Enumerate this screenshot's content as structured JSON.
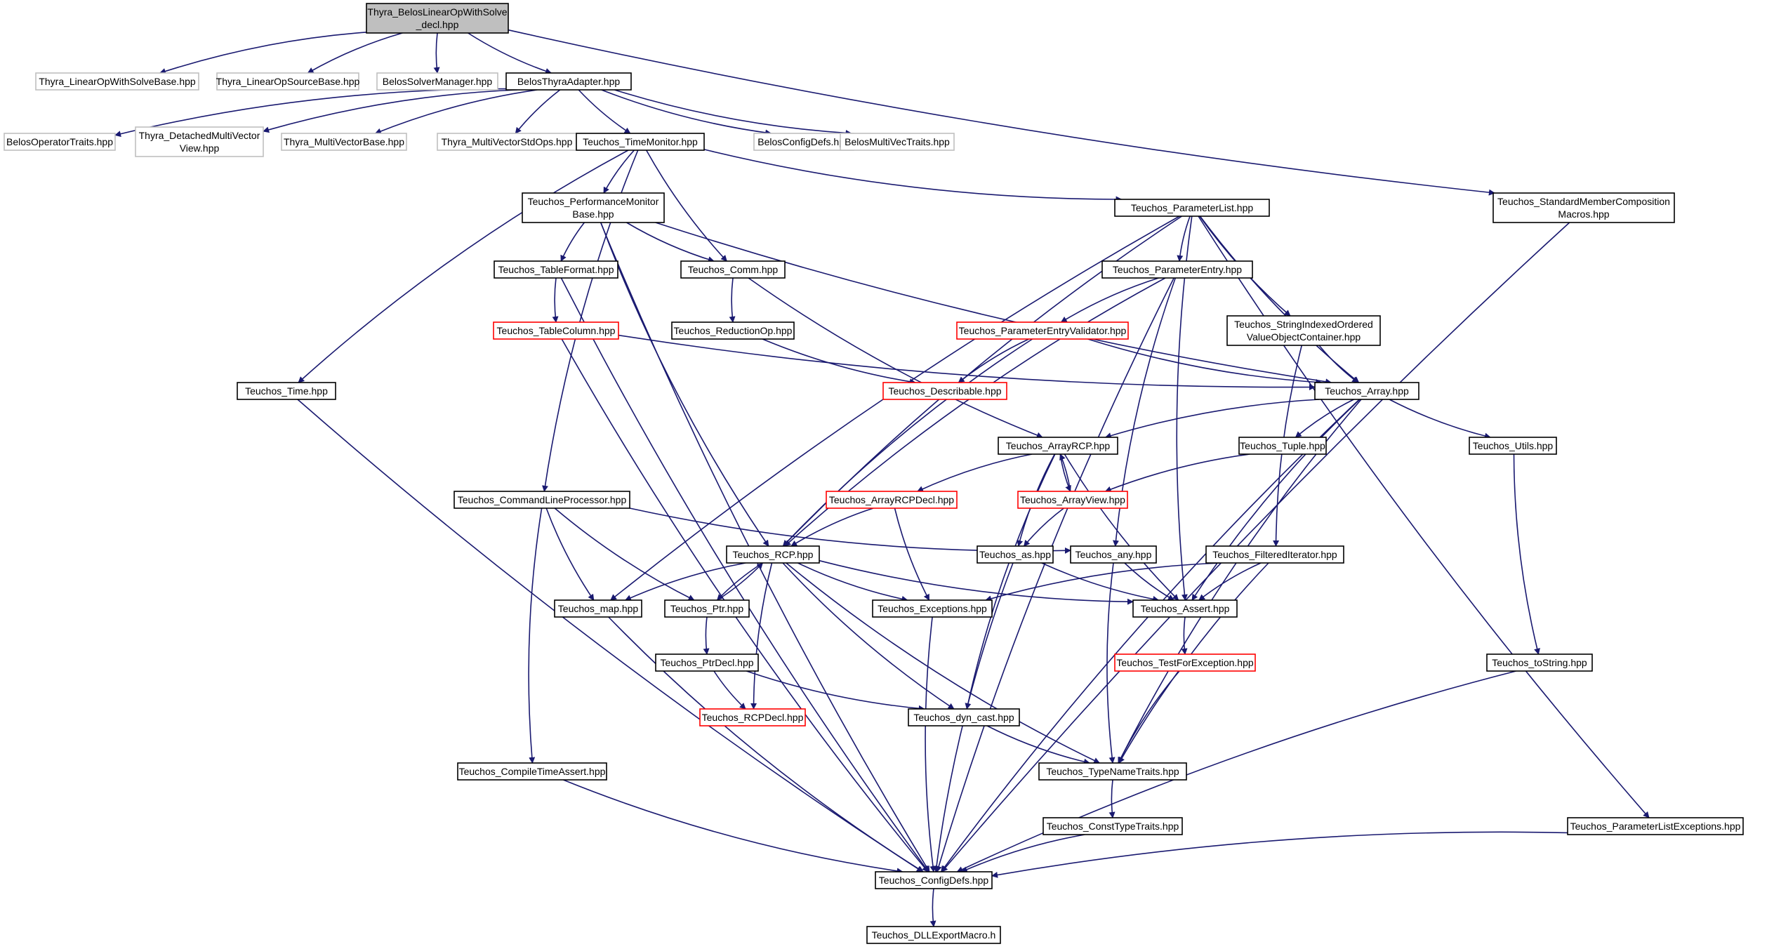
{
  "colors": {
    "edge": "#191970",
    "root_fill": "#bfbfbf",
    "normal_border": "#000000",
    "external_border": "#bfbfbf",
    "truncated_border": "#ff0000"
  },
  "nodes": [
    {
      "id": "root",
      "lines": [
        "Thyra_BelosLinearOpWithSolve",
        "_decl.hpp"
      ],
      "style": "root"
    },
    {
      "id": "lowsb",
      "lines": [
        "Thyra_LinearOpWithSolveBase.hpp"
      ],
      "style": "external"
    },
    {
      "id": "lopsb",
      "lines": [
        "Thyra_LinearOpSourceBase.hpp"
      ],
      "style": "external"
    },
    {
      "id": "bsm",
      "lines": [
        "BelosSolverManager.hpp"
      ],
      "style": "external"
    },
    {
      "id": "bta",
      "lines": [
        "BelosThyraAdapter.hpp"
      ],
      "style": "normal"
    },
    {
      "id": "bot",
      "lines": [
        "BelosOperatorTraits.hpp"
      ],
      "style": "external"
    },
    {
      "id": "tdmv",
      "lines": [
        "Thyra_DetachedMultiVector",
        "View.hpp"
      ],
      "style": "external"
    },
    {
      "id": "tmvb",
      "lines": [
        "Thyra_MultiVectorBase.hpp"
      ],
      "style": "external"
    },
    {
      "id": "tmvso",
      "lines": [
        "Thyra_MultiVectorStdOps.hpp"
      ],
      "style": "external"
    },
    {
      "id": "ttm",
      "lines": [
        "Teuchos_TimeMonitor.hpp"
      ],
      "style": "normal"
    },
    {
      "id": "bcd",
      "lines": [
        "BelosConfigDefs.hpp"
      ],
      "style": "external"
    },
    {
      "id": "bmvt",
      "lines": [
        "BelosMultiVecTraits.hpp"
      ],
      "style": "external"
    },
    {
      "id": "tsmcm",
      "lines": [
        "Teuchos_StandardMemberComposition",
        "Macros.hpp"
      ],
      "style": "normal"
    },
    {
      "id": "tpmb",
      "lines": [
        "Teuchos_PerformanceMonitor",
        "Base.hpp"
      ],
      "style": "normal"
    },
    {
      "id": "tpl",
      "lines": [
        "Teuchos_ParameterList.hpp"
      ],
      "style": "normal"
    },
    {
      "id": "ttf",
      "lines": [
        "Teuchos_TableFormat.hpp"
      ],
      "style": "normal"
    },
    {
      "id": "tcomm",
      "lines": [
        "Teuchos_Comm.hpp"
      ],
      "style": "normal"
    },
    {
      "id": "tpe",
      "lines": [
        "Teuchos_ParameterEntry.hpp"
      ],
      "style": "normal"
    },
    {
      "id": "ttc",
      "lines": [
        "Teuchos_TableColumn.hpp"
      ],
      "style": "truncated"
    },
    {
      "id": "tro",
      "lines": [
        "Teuchos_ReductionOp.hpp"
      ],
      "style": "normal"
    },
    {
      "id": "tpev",
      "lines": [
        "Teuchos_ParameterEntryValidator.hpp"
      ],
      "style": "truncated"
    },
    {
      "id": "tsiov",
      "lines": [
        "Teuchos_StringIndexedOrdered",
        "ValueObjectContainer.hpp"
      ],
      "style": "normal"
    },
    {
      "id": "ttime",
      "lines": [
        "Teuchos_Time.hpp"
      ],
      "style": "normal"
    },
    {
      "id": "tdesc",
      "lines": [
        "Teuchos_Describable.hpp"
      ],
      "style": "truncated"
    },
    {
      "id": "tarr",
      "lines": [
        "Teuchos_Array.hpp"
      ],
      "style": "normal"
    },
    {
      "id": "tarcp",
      "lines": [
        "Teuchos_ArrayRCP.hpp"
      ],
      "style": "normal"
    },
    {
      "id": "ttup",
      "lines": [
        "Teuchos_Tuple.hpp"
      ],
      "style": "normal"
    },
    {
      "id": "tutil",
      "lines": [
        "Teuchos_Utils.hpp"
      ],
      "style": "normal"
    },
    {
      "id": "tclp",
      "lines": [
        "Teuchos_CommandLineProcessor.hpp"
      ],
      "style": "normal"
    },
    {
      "id": "tarcpd",
      "lines": [
        "Teuchos_ArrayRCPDecl.hpp"
      ],
      "style": "truncated"
    },
    {
      "id": "tav",
      "lines": [
        "Teuchos_ArrayView.hpp"
      ],
      "style": "truncated"
    },
    {
      "id": "trcp",
      "lines": [
        "Teuchos_RCP.hpp"
      ],
      "style": "normal"
    },
    {
      "id": "tas",
      "lines": [
        "Teuchos_as.hpp"
      ],
      "style": "normal"
    },
    {
      "id": "tany",
      "lines": [
        "Teuchos_any.hpp"
      ],
      "style": "normal"
    },
    {
      "id": "tfi",
      "lines": [
        "Teuchos_FilteredIterator.hpp"
      ],
      "style": "normal"
    },
    {
      "id": "tmap",
      "lines": [
        "Teuchos_map.hpp"
      ],
      "style": "normal"
    },
    {
      "id": "tptr",
      "lines": [
        "Teuchos_Ptr.hpp"
      ],
      "style": "normal"
    },
    {
      "id": "texc",
      "lines": [
        "Teuchos_Exceptions.hpp"
      ],
      "style": "normal"
    },
    {
      "id": "tassert",
      "lines": [
        "Teuchos_Assert.hpp"
      ],
      "style": "normal"
    },
    {
      "id": "tptrd",
      "lines": [
        "Teuchos_PtrDecl.hpp"
      ],
      "style": "normal"
    },
    {
      "id": "ttfe",
      "lines": [
        "Teuchos_TestForException.hpp"
      ],
      "style": "truncated"
    },
    {
      "id": "ttostr",
      "lines": [
        "Teuchos_toString.hpp"
      ],
      "style": "normal"
    },
    {
      "id": "trcpd",
      "lines": [
        "Teuchos_RCPDecl.hpp"
      ],
      "style": "truncated"
    },
    {
      "id": "tdyn",
      "lines": [
        "Teuchos_dyn_cast.hpp"
      ],
      "style": "normal"
    },
    {
      "id": "tcta",
      "lines": [
        "Teuchos_CompileTimeAssert.hpp"
      ],
      "style": "normal"
    },
    {
      "id": "ttnt",
      "lines": [
        "Teuchos_TypeNameTraits.hpp"
      ],
      "style": "normal"
    },
    {
      "id": "tctt",
      "lines": [
        "Teuchos_ConstTypeTraits.hpp"
      ],
      "style": "normal"
    },
    {
      "id": "tple",
      "lines": [
        "Teuchos_ParameterListExceptions.hpp"
      ],
      "style": "normal"
    },
    {
      "id": "tcd",
      "lines": [
        "Teuchos_ConfigDefs.hpp"
      ],
      "style": "normal"
    },
    {
      "id": "tdll",
      "lines": [
        "Teuchos_DLLExportMacro.h"
      ],
      "style": "normal"
    }
  ],
  "edges": [
    [
      "root",
      "lowsb"
    ],
    [
      "root",
      "lopsb"
    ],
    [
      "root",
      "bsm"
    ],
    [
      "root",
      "bta"
    ],
    [
      "root",
      "tsmcm"
    ],
    [
      "bta",
      "bot"
    ],
    [
      "bta",
      "tdmv"
    ],
    [
      "bta",
      "tmvb"
    ],
    [
      "bta",
      "tmvso"
    ],
    [
      "bta",
      "ttm"
    ],
    [
      "bta",
      "bcd"
    ],
    [
      "bta",
      "bmvt"
    ],
    [
      "ttm",
      "tpmb"
    ],
    [
      "ttm",
      "tcomm"
    ],
    [
      "ttm",
      "tpl"
    ],
    [
      "ttm",
      "ttime"
    ],
    [
      "ttm",
      "tclp"
    ],
    [
      "tpmb",
      "ttf"
    ],
    [
      "tpmb",
      "tcomm"
    ],
    [
      "tpmb",
      "tarr"
    ],
    [
      "tpmb",
      "trcp"
    ],
    [
      "tpmb",
      "tcd"
    ],
    [
      "tpl",
      "tpe"
    ],
    [
      "tpl",
      "tsiov"
    ],
    [
      "tpl",
      "tarr"
    ],
    [
      "tpl",
      "trcp"
    ],
    [
      "tpl",
      "tmap"
    ],
    [
      "tpl",
      "tassert"
    ],
    [
      "tpl",
      "tple"
    ],
    [
      "tsmcm",
      "tcd"
    ],
    [
      "ttf",
      "ttc"
    ],
    [
      "ttf",
      "tcd"
    ],
    [
      "tcomm",
      "tro"
    ],
    [
      "tcomm",
      "tarcp"
    ],
    [
      "tpe",
      "tpev"
    ],
    [
      "tpe",
      "trcp"
    ],
    [
      "tpe",
      "tany"
    ],
    [
      "tpe",
      "tcd"
    ],
    [
      "ttc",
      "tarr"
    ],
    [
      "ttc",
      "tcd"
    ],
    [
      "tro",
      "tdesc"
    ],
    [
      "tpev",
      "tdesc"
    ],
    [
      "tpev",
      "tarr"
    ],
    [
      "tpev",
      "trcp"
    ],
    [
      "tsiov",
      "tarr"
    ],
    [
      "tsiov",
      "tfi"
    ],
    [
      "ttime",
      "tcd"
    ],
    [
      "tarr",
      "tarcp"
    ],
    [
      "tarr",
      "ttup"
    ],
    [
      "tarr",
      "tutil"
    ],
    [
      "tarr",
      "tassert"
    ],
    [
      "tarr",
      "ttnt"
    ],
    [
      "tarr",
      "tcd"
    ],
    [
      "tarcp",
      "tarcpd"
    ],
    [
      "tarcp",
      "tav"
    ],
    [
      "tarcp",
      "tas"
    ],
    [
      "tarcp",
      "tassert"
    ],
    [
      "tarcp",
      "tdyn"
    ],
    [
      "ttup",
      "tav"
    ],
    [
      "tutil",
      "ttostr"
    ],
    [
      "tclp",
      "tmap"
    ],
    [
      "tclp",
      "tptr"
    ],
    [
      "tclp",
      "tany"
    ],
    [
      "tclp",
      "tcta"
    ],
    [
      "tarcpd",
      "trcp"
    ],
    [
      "tarcpd",
      "texc"
    ],
    [
      "tav",
      "tarcp"
    ],
    [
      "tav",
      "tas"
    ],
    [
      "trcp",
      "tmap"
    ],
    [
      "trcp",
      "tptr"
    ],
    [
      "trcp",
      "texc"
    ],
    [
      "trcp",
      "tassert"
    ],
    [
      "trcp",
      "trcpd"
    ],
    [
      "trcp",
      "tdyn"
    ],
    [
      "trcp",
      "ttnt"
    ],
    [
      "tas",
      "tassert"
    ],
    [
      "tas",
      "tcd"
    ],
    [
      "tany",
      "tassert"
    ],
    [
      "tany",
      "ttnt"
    ],
    [
      "tfi",
      "texc"
    ],
    [
      "tfi",
      "tassert"
    ],
    [
      "tfi",
      "ttnt"
    ],
    [
      "tmap",
      "tcd"
    ],
    [
      "tptr",
      "trcp"
    ],
    [
      "tptr",
      "tptrd"
    ],
    [
      "texc",
      "tcd"
    ],
    [
      "tassert",
      "ttfe"
    ],
    [
      "tptrd",
      "trcpd"
    ],
    [
      "tptrd",
      "tdyn"
    ],
    [
      "ttfe",
      "ttnt"
    ],
    [
      "ttostr",
      "tcd"
    ],
    [
      "tdyn",
      "ttnt"
    ],
    [
      "tcta",
      "tcd"
    ],
    [
      "ttnt",
      "tctt"
    ],
    [
      "tctt",
      "tcd"
    ],
    [
      "tple",
      "tcd"
    ],
    [
      "tcd",
      "tdll"
    ]
  ]
}
